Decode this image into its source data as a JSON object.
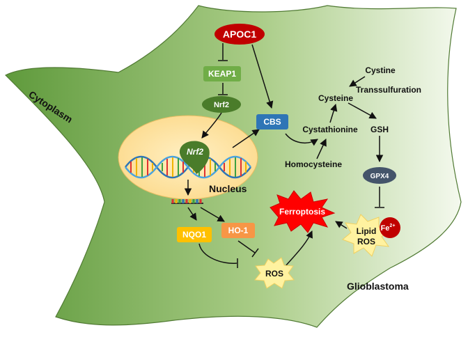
{
  "labels": {
    "apoc1": "APOC1",
    "keap1": "KEAP1",
    "nrf2_cyto": "Nrf2",
    "nrf2_nucleus": "Nrf2",
    "nucleus": "Nucleus",
    "cytoplasm": "Cytoplasm",
    "cbs": "CBS",
    "cystine": "Cystine",
    "cysteine": "Cysteine",
    "transsulfuration": "Transsulfuration",
    "cystathionine": "Cystathionine",
    "gsh": "GSH",
    "homocysteine": "Homocysteine",
    "gpx4": "GPX4",
    "ferroptosis": "Ferroptosis",
    "nqo1": "NQO1",
    "ho1": "HO-1",
    "ros": "ROS",
    "lipid_ros_line1": "Lipid",
    "lipid_ros_line2": "ROS",
    "fe_base": "Fe",
    "fe_charge": "2+",
    "glioblastoma": "Glioblastoma"
  },
  "colors": {
    "cell_dark": "#5f9a3c",
    "cell_light": "#eef5e6",
    "nucleus_fill": "#fde3a0",
    "apoc1": "#c00000",
    "keap1": "#70ad47",
    "nrf2": "#4a7c2a",
    "cbs": "#2e75b6",
    "gpx4": "#44546a",
    "nqo1": "#ffc000",
    "ho1": "#f79646",
    "ferroptosis": "#ff0000",
    "burst": "#fff2a0"
  }
}
